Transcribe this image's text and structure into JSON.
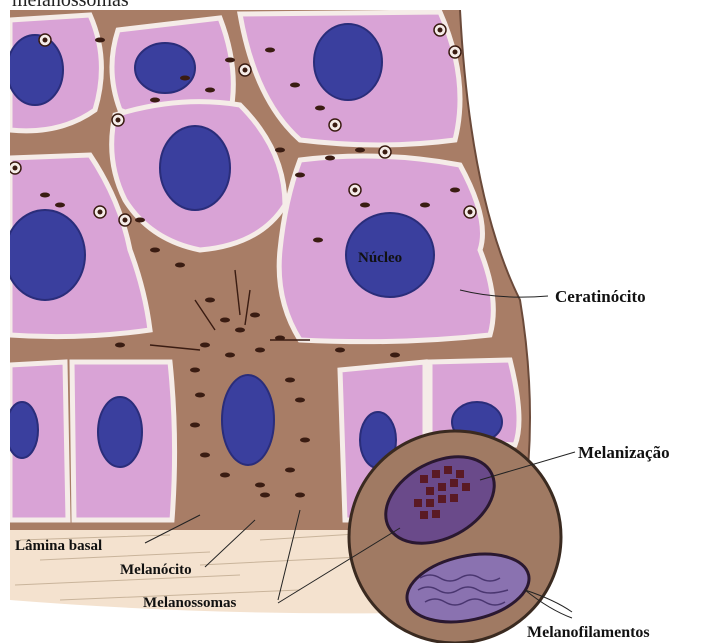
{
  "figure": {
    "top_cut_text": "melanossomas",
    "labels": {
      "nucleo": "Núcleo",
      "ceratinocito": "Ceratinócito",
      "melanizacao": "Melanização",
      "lamina_basal": "Lâmina basal",
      "melanocito": "Melanócito",
      "melanossomas": "Melanossomas",
      "melanofilamentos": "Melanofilamentos"
    }
  },
  "colors": {
    "cell_fill": "#d9a3d6",
    "cell_outline": "#6b4a3a",
    "nucleus": "#3a3f9e",
    "melanocyte": "#a87d66",
    "melanosome": "#3a1c12",
    "basal_layer": "#f4e2cf",
    "inset_bg": "#a07a63",
    "granule_fill": "#6a4a8a",
    "granule_dark": "#5a1a24"
  }
}
